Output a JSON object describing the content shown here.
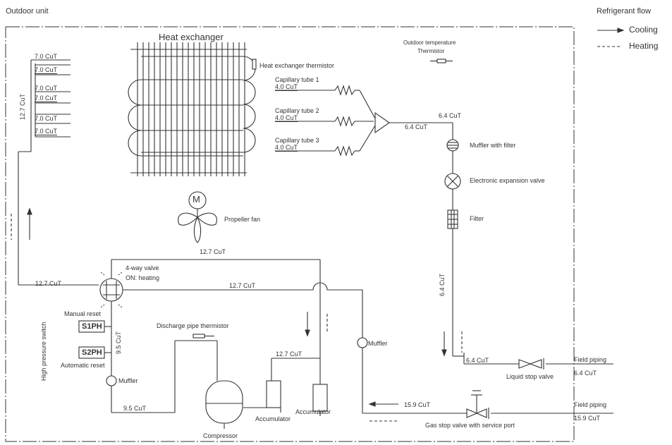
{
  "diagram": {
    "unit_title": "Outdoor unit",
    "legend": {
      "title": "Refrigerant flow",
      "cooling": "Cooling",
      "heating": "Heating"
    },
    "components": {
      "heat_exchanger": "Heat exchanger",
      "heat_exchanger_thermistor": "Heat exchanger thermistor",
      "outdoor_temp_thermistor_line1": "Outdoor temperature",
      "outdoor_temp_thermistor_line2": "Thermistor",
      "capillary_tube_1": "Capillary tube 1",
      "capillary_tube_2": "Capillary tube 2",
      "capillary_tube_3": "Capillary tube 3",
      "muffler_with_filter": "Muffler with filter",
      "electronic_expansion_valve": "Electronic expansion valve",
      "filter": "Filter",
      "propeller_fan": "Propeller fan",
      "motor_symbol": "M",
      "four_way_valve": "4-way valve",
      "four_way_valve_state": "ON: heating",
      "manual_reset": "Manual reset",
      "automatic_reset": "Automatic reset",
      "high_pressure_switch": "High pressure switch",
      "s1ph": "S1PH",
      "s2ph": "S2PH",
      "muffler": "Muffler",
      "discharge_pipe_thermistor": "Discharge pipe thermistor",
      "accumulator": "Accumulator",
      "compressor": "Compressor",
      "liquid_stop_valve": "Liquid stop valve",
      "gas_stop_valve": "Gas stop valve with service port",
      "field_piping": "Field piping"
    },
    "pipes": {
      "p7_0": "7.0 CuT",
      "p12_7": "12.7 CuT",
      "p4_0": "4.0 CuT",
      "p6_4": "6.4 CuT",
      "p9_5": "9.5 CuT",
      "p15_9": "15.9 CuT"
    }
  }
}
